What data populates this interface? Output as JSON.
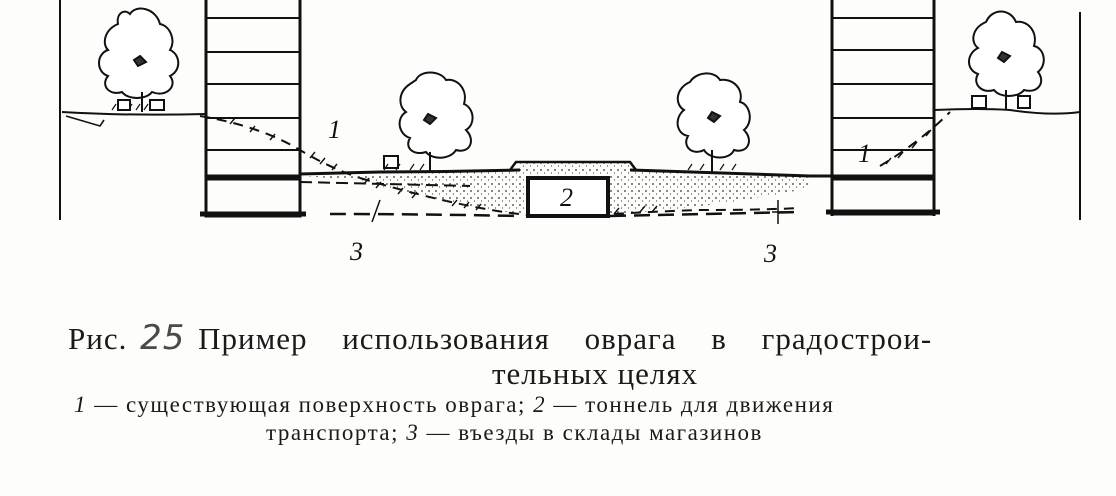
{
  "figure": {
    "labels": {
      "surface_left": "1",
      "surface_right": "1",
      "tunnel": "2",
      "entry_left": "3",
      "entry_right": "3"
    }
  },
  "caption": {
    "prefix": "Рис.",
    "figure_number": "25",
    "title_line1_words": [
      "Пример",
      "использования",
      "оврага",
      "в",
      "градострои-"
    ],
    "title_line2": "тельных целях",
    "legend_line1": {
      "n1": "1",
      "t1": " — существующая поверхность оврага; ",
      "n2": "2",
      "t2": " — тоннель для движения"
    },
    "legend_line2": {
      "t1": "транспорта; ",
      "n3": "3",
      "t2": " — въезды в склады магазинов"
    }
  }
}
